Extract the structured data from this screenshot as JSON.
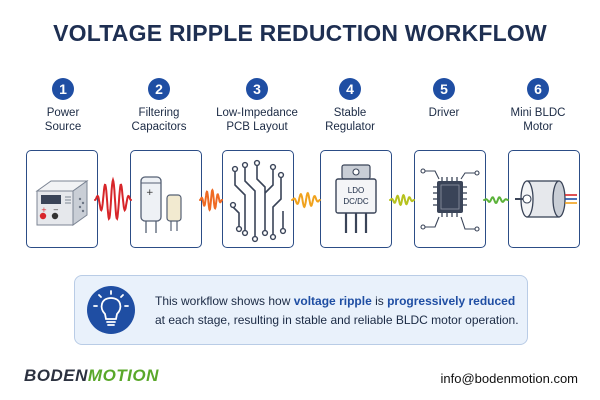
{
  "title": "VOLTAGE RIPPLE REDUCTION WORKFLOW",
  "steps": [
    {
      "number": "1",
      "line1": "Power",
      "line2": "Source"
    },
    {
      "number": "2",
      "line1": "Filtering",
      "line2": "Capacitors"
    },
    {
      "number": "3",
      "line1": "Low-Impedance",
      "line2": "PCB Layout"
    },
    {
      "number": "4",
      "line1": "Stable",
      "line2": "Regulator"
    },
    {
      "number": "5",
      "line1": "Driver",
      "line2": ""
    },
    {
      "number": "6",
      "line1": "Mini BLDC",
      "line2": "Motor"
    }
  ],
  "regulator_text": {
    "line1": "LDO",
    "line2": "DC/DC"
  },
  "power_source_marks": {
    "plus": "+",
    "minus": "−"
  },
  "info": {
    "p1": "This workflow shows how ",
    "h1": "voltage ripple",
    "p2": " is ",
    "h2": "progressively reduced",
    "p3": "at each stage, resulting in stable and reliable BLDC motor operation."
  },
  "brand": {
    "part1": "BODEN",
    "part2": "MOTION"
  },
  "email": "info@bodenmotion.com",
  "colors": {
    "accent": "#1f4ea3",
    "ripple": [
      "#d7262a",
      "#ef6a23",
      "#f0a21d",
      "#b6c21e",
      "#5bb23a"
    ]
  }
}
